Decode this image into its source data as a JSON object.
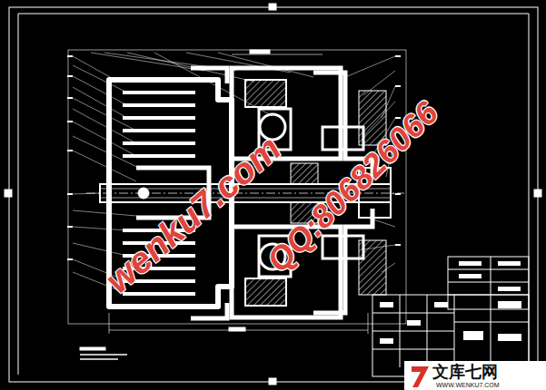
{
  "diagram": {
    "labels": [
      "wenku7.com",
      "QQ:806826066",
      "文库七网",
      "WWW.WENKU7.COM"
    ]
  }
}
